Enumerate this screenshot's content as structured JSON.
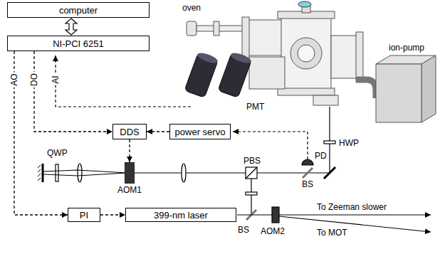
{
  "diagram": {
    "nodes": [
      {
        "text": [
          "computer"
        ]
      },
      {
        "text": [
          "NI-PCI 6251"
        ]
      },
      {
        "text": [
          "DDS"
        ]
      },
      {
        "text": [
          "power servo"
        ]
      },
      {
        "text": [
          "AOM1"
        ]
      },
      {
        "text": [
          "PI"
        ]
      },
      {
        "text": [
          "399-nm laser"
        ]
      }
    ],
    "edges": [
      {
        "from": 0,
        "to": 1,
        "arrow": "both"
      },
      {
        "from": 1,
        "to": 2,
        "label": "DO",
        "arrow": "to"
      },
      {
        "from": 1,
        "to": 5,
        "label": "AO",
        "arrow": "to"
      },
      {
        "from": 3,
        "to": 2,
        "arrow": "to"
      },
      {
        "from": 2,
        "to": 4,
        "arrow": "to"
      },
      {
        "from": 5,
        "to": 6,
        "arrow": "to"
      }
    ],
    "labels": [
      "AI",
      "oven",
      "PMT",
      "ion-pump",
      "HWP",
      "QWP",
      "PBS",
      "PD",
      "BS",
      "BS",
      "AOM2",
      "To Zeeman slower",
      "To MOT"
    ]
  }
}
